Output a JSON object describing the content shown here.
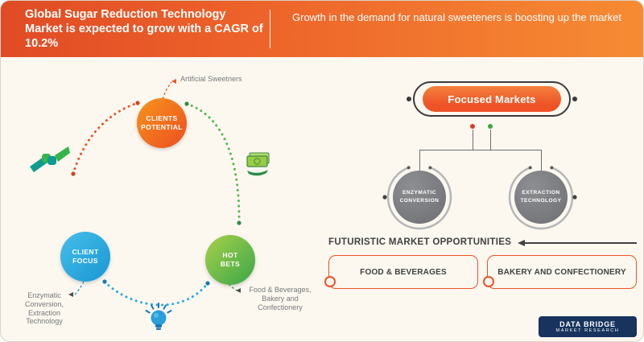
{
  "colors": {
    "header_gradient_left": "#e04b25",
    "header_gradient_right": "#f68b33",
    "accent_orange": "#ee5226",
    "accent_blue": "#1a96d4",
    "accent_green": "#3aa648",
    "node_gray": "#77787b",
    "text_dark": "#414042",
    "text_gray": "#77787b",
    "background": "#fcf8f0",
    "logo_navy": "#17335e"
  },
  "header": {
    "title": "Global Sugar Reduction Technology Market is expected to grow with a CAGR of 10.2%",
    "subtitle": "Growth in the demand for natural sweeteners is boosting up the market"
  },
  "cycle_diagram": {
    "nodes": [
      {
        "id": "clients-potential",
        "line1": "CLIENTS",
        "line2": "POTENTIAL"
      },
      {
        "id": "client-focus",
        "line1": "CLIENT",
        "line2": "FOCUS"
      },
      {
        "id": "hot-bets",
        "line1": "HOT",
        "line2": "BETS"
      }
    ],
    "callouts": {
      "top": "Artificial Sweetners",
      "left_lines": [
        "Enzymatic",
        "Conversion,",
        "Extraction",
        "Technology"
      ],
      "right_lines": [
        "Food & Beverages,",
        "Bakery and",
        "Confectionery"
      ]
    },
    "icons": [
      "handshake-icon",
      "money-in-hand-icon",
      "lightbulb-icon"
    ]
  },
  "focused_markets": {
    "pill_label": "Focused Markets",
    "branches": [
      {
        "line1": "ENZYMATIC",
        "line2": "CONVERSION"
      },
      {
        "line1": "EXTRACTION",
        "line2": "TECHNOLOGY"
      }
    ]
  },
  "opportunities": {
    "heading": "FUTURISTIC MARKET OPPORTUNITIES",
    "boxes": [
      "FOOD & BEVERAGES",
      "BAKERY AND CONFECTIONERY"
    ]
  },
  "logo": {
    "line1": "DATA BRIDGE",
    "line2": "MARKET RESEARCH"
  }
}
